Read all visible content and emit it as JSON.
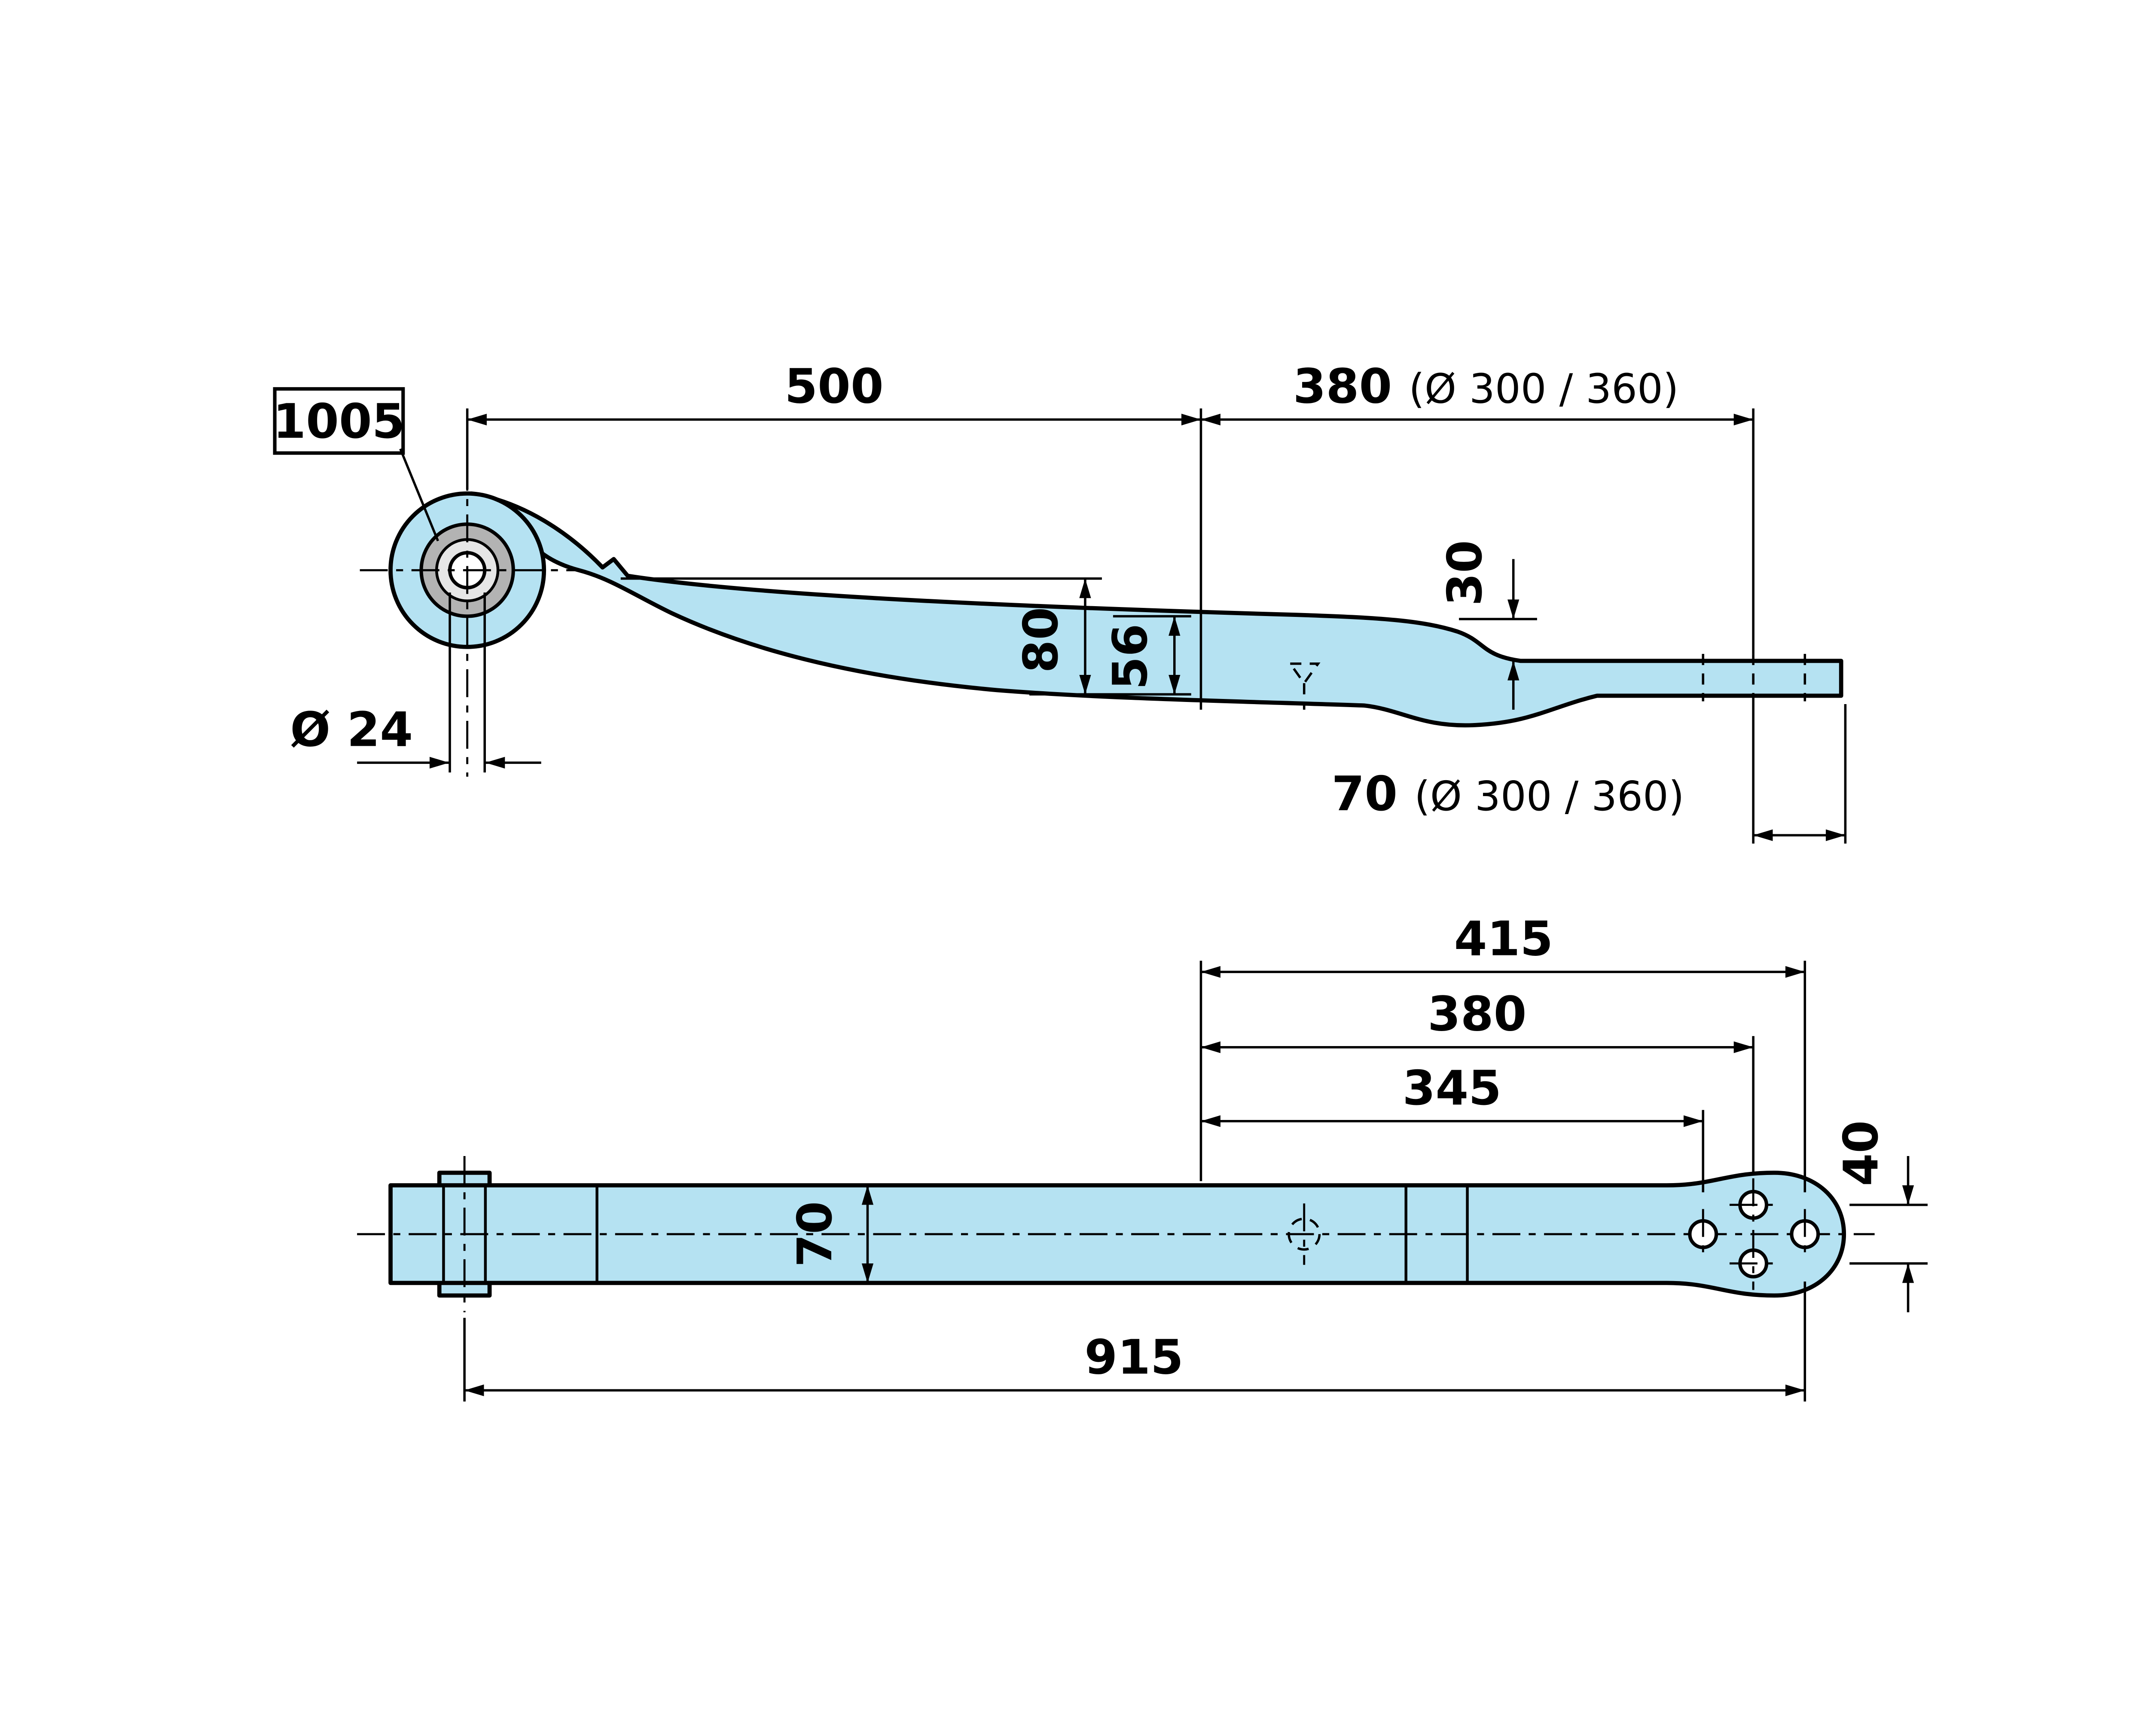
{
  "drawing": {
    "colors": {
      "fill": "#b5e2f2",
      "line": "#000000",
      "bushing": "#b3b3b3",
      "bushing_inner": "#e6e6e6"
    },
    "part_label": "1005",
    "side_view": {
      "dim_500": "500",
      "dim_380": "380",
      "dim_380_note": "(Ø 300 / 360)",
      "dim_eye_bore": "Ø 24",
      "dim_80": "80",
      "dim_56": "56",
      "dim_30": "30",
      "dim_70": "70",
      "dim_70_note": "(Ø 300 / 360)"
    },
    "plan_view": {
      "dim_415": "415",
      "dim_380": "380",
      "dim_345": "345",
      "dim_70": "70",
      "dim_40": "40",
      "dim_915": "915"
    }
  }
}
